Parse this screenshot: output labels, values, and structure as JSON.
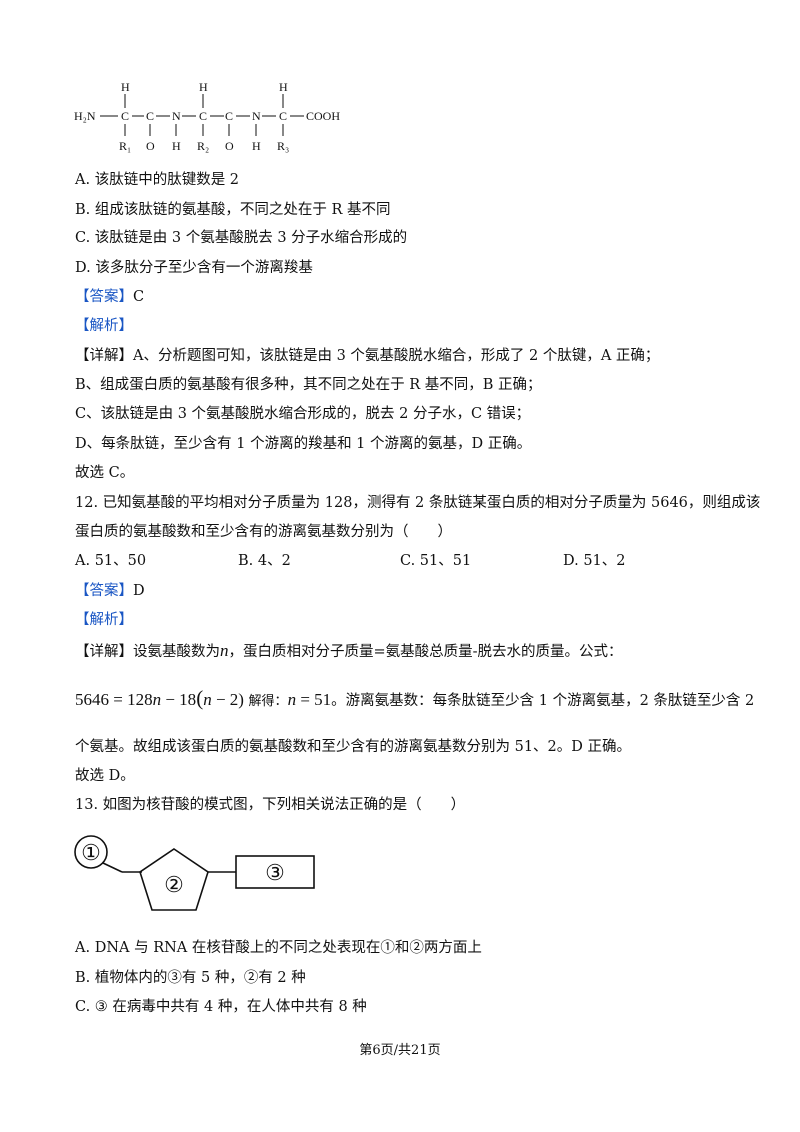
{
  "peptide": {
    "h2n": "H₂N",
    "c": "C",
    "n": "N",
    "h": "H",
    "o": "O",
    "r1": "R₁",
    "r2": "R₂",
    "r3": "R₃",
    "cooh": "COOH"
  },
  "q11_options": [
    "A. 该肽链中的肽键数是 2",
    "B. 组成该肽链的氨基酸，不同之处在于 R 基不同",
    "C. 该肽链是由 3 个氨基酸脱去 3 分子水缩合形成的",
    "D. 该多肽分子至少含有一个游离羧基"
  ],
  "q11_answer": {
    "tag": "【答案】",
    "value": "C"
  },
  "q11_analysis": "【解析】",
  "q11_detail": [
    "【详解】A、分析题图可知，该肽链是由 3 个氨基酸脱水缩合，形成了 2 个肽键，A 正确；",
    "B、组成蛋白质的氨基酸有很多种，其不同之处在于 R 基不同，B 正确；",
    "C、该肽链是由 3 个氨基酸脱水缩合形成的，脱去 2 分子水，C 错误；",
    "D、每条肽链，至少含有 1 个游离的羧基和 1 个游离的氨基，D 正确。"
  ],
  "q11_conclusion": "故选 C。",
  "q12": {
    "stem_line1": "12. 已知氨基酸的平均相对分子质量为 128，测得有 2 条肽链某蛋白质的相对分子质量为 5646，则组成该",
    "stem_line2": "蛋白质的氨基酸数和至少含有的游离氨基数分别为（　　）",
    "options": [
      "A.  51、50",
      "B.  4、2",
      "C.  51、51",
      "D.  51、2"
    ],
    "answer_tag": "【答案】",
    "answer": "D",
    "analysis": "【解析】",
    "detail_prefix": "【详解】设氨基酸数为",
    "detail_var": "n",
    "detail_suffix": "，蛋白质相对分子质量=氨基酸总质量-脱去水的质量。公式：",
    "eq_part1": "5646 = 128",
    "eq_var1": "n",
    "eq_part2": " − 18",
    "eq_part3": "(",
    "eq_var2": "n",
    "eq_part4": " − 2)",
    "solve_text": "解得：",
    "solve_var": "n",
    "solve_value": " = 51",
    "after_solve": "。游离氨基数：每条肽链至少含 1 个游离氨基，2 条肽链至少含 2",
    "continuation": "个氨基。故组成该蛋白质的氨基酸数和至少含有的游离氨基数分别为 51、2。D 正确。",
    "conclusion": "故选 D。"
  },
  "q13": {
    "stem": "13. 如图为核苷酸的模式图，下列相关说法正确的是（　　）",
    "label1": "①",
    "label2": "②",
    "label3": "③",
    "options": [
      "A.  DNA 与 RNA 在核苷酸上的不同之处表现在①和②两方面上",
      "B.  植物体内的③有 5 种，②有 2 种",
      "C.  ③ 在病毒中共有 4 种，在人体中共有 8 种"
    ]
  },
  "footer": "第6页/共21页"
}
